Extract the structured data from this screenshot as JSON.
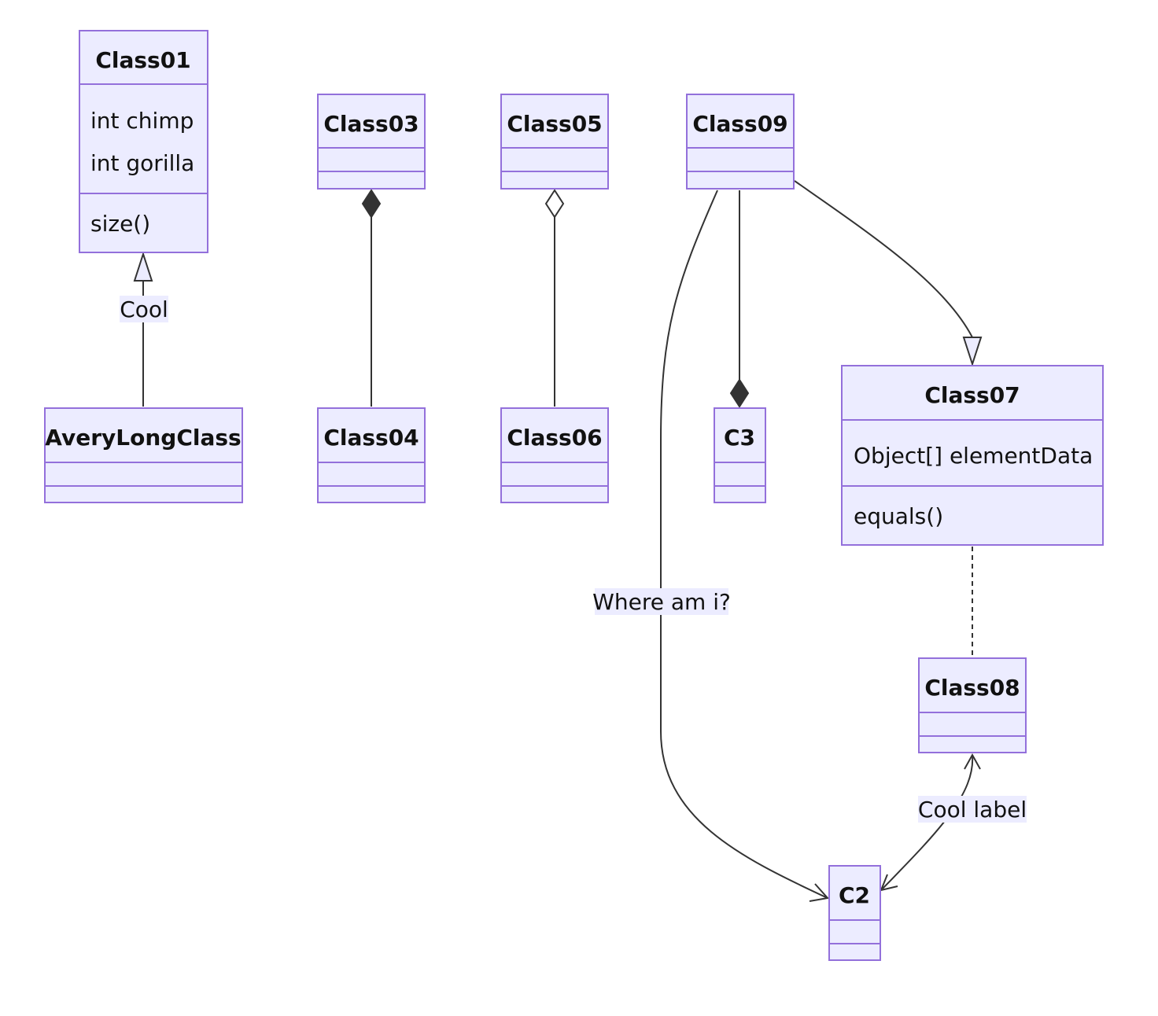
{
  "classes": {
    "class01": {
      "name": "Class01",
      "attributes": [
        "int chimp",
        "int gorilla"
      ],
      "methods": [
        "size()"
      ]
    },
    "class03": {
      "name": "Class03",
      "attributes": [],
      "methods": []
    },
    "class05": {
      "name": "Class05",
      "attributes": [],
      "methods": []
    },
    "class09": {
      "name": "Class09",
      "attributes": [],
      "methods": []
    },
    "averylongclass": {
      "name": "AveryLongClass",
      "attributes": [],
      "methods": []
    },
    "class04": {
      "name": "Class04",
      "attributes": [],
      "methods": []
    },
    "class06": {
      "name": "Class06",
      "attributes": [],
      "methods": []
    },
    "c3": {
      "name": "C3",
      "attributes": [],
      "methods": []
    },
    "class07": {
      "name": "Class07",
      "attributes": [
        "Object[] elementData"
      ],
      "methods": [
        "equals()"
      ]
    },
    "class08": {
      "name": "Class08",
      "attributes": [],
      "methods": []
    },
    "c2": {
      "name": "C2",
      "attributes": [],
      "methods": []
    }
  },
  "relations": [
    {
      "from": "AveryLongClass",
      "to": "Class01",
      "type": "inheritance",
      "label": "Cool"
    },
    {
      "from": "Class03",
      "to": "Class04",
      "type": "composition",
      "label": ""
    },
    {
      "from": "Class05",
      "to": "Class06",
      "type": "aggregation",
      "label": ""
    },
    {
      "from": "Class09",
      "to": "C3",
      "type": "composition",
      "label": ""
    },
    {
      "from": "Class09",
      "to": "Class07",
      "type": "inheritance",
      "label": ""
    },
    {
      "from": "Class09",
      "to": "C2",
      "type": "association",
      "label": "Where am i?"
    },
    {
      "from": "Class07",
      "to": "Class08",
      "type": "link-dashed",
      "label": ""
    },
    {
      "from": "Class08",
      "to": "C2",
      "type": "bidirectional",
      "label": "Cool label"
    }
  ],
  "edge_labels": {
    "cool": "Cool",
    "where_am_i": "Where am i?",
    "cool_label": "Cool label"
  },
  "colors": {
    "box_fill": "#ECECFF",
    "box_stroke": "#9370DB",
    "edge": "#333333"
  }
}
